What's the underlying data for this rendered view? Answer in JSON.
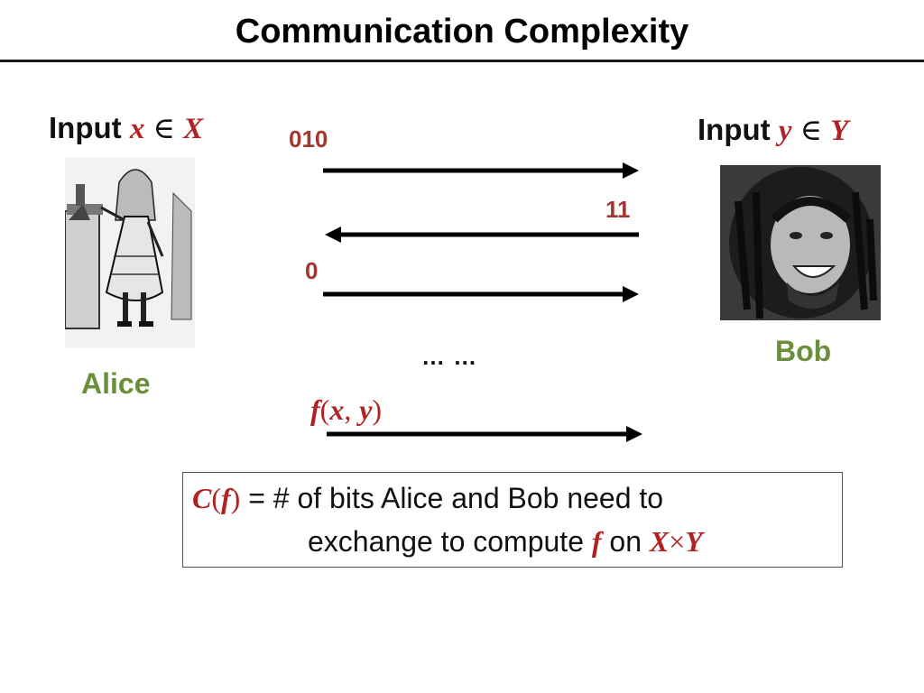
{
  "slide": {
    "title": "Communication Complexity"
  },
  "alice": {
    "input_word": "Input",
    "var": "x",
    "in_symbol": "∈",
    "set": "X",
    "name": "Alice"
  },
  "bob": {
    "input_word": "Input",
    "var": "y",
    "in_symbol": "∈",
    "set": "Y",
    "name": "Bob"
  },
  "messages": [
    {
      "bits": "010",
      "direction": "alice-to-bob"
    },
    {
      "bits": "11",
      "direction": "bob-to-alice"
    },
    {
      "bits": "0",
      "direction": "alice-to-bob"
    }
  ],
  "ellipsis": "…  …",
  "output": {
    "f": "f",
    "open": "(",
    "x": "x",
    "comma": ",",
    "y": "y",
    "close": ")"
  },
  "definition": {
    "C": "C",
    "open": "(",
    "f": "f",
    "close": ")",
    "line1_text": " = # of bits Alice and Bob need to",
    "line2_text": "exchange to compute ",
    "f2": "f",
    "on_text": " on ",
    "X": "X",
    "times": "×",
    "Y": "Y"
  },
  "colors": {
    "math": "#b22222",
    "names": "#6b8e3a",
    "bits": "#a0362f"
  }
}
